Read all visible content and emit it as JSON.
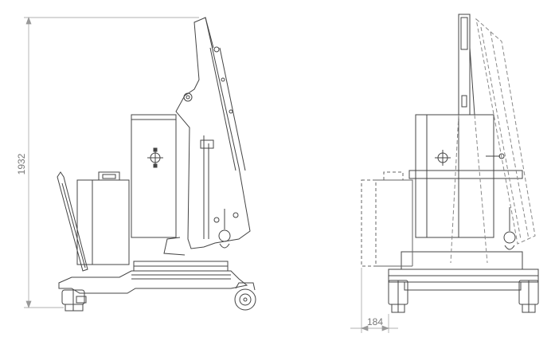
{
  "dimensions": {
    "height_label": "1932",
    "offset_label": "184"
  },
  "colors": {
    "line": "#444444",
    "dim": "#888888",
    "ghost": "#999999"
  },
  "views": {
    "side": "side-view",
    "front": "front-view"
  }
}
